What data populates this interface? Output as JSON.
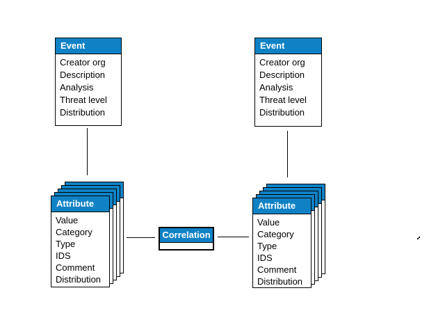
{
  "colors": {
    "header_blue": "#0f82c6",
    "border": "#000000",
    "background": "#ffffff",
    "header_text": "#ffffff",
    "field_text": "#000000"
  },
  "entities": {
    "event_left": {
      "title": "Event",
      "fields": [
        "Creator org",
        "Description",
        "Analysis",
        "Threat level",
        "Distribution"
      ]
    },
    "event_right": {
      "title": "Event",
      "fields": [
        "Creator org",
        "Description",
        "Analysis",
        "Threat level",
        "Distribution"
      ]
    },
    "attribute_left": {
      "title": "Attribute",
      "fields": [
        "Value",
        "Category",
        "Type",
        "IDS",
        "Comment",
        "Distribution"
      ],
      "stacked_copies": 5
    },
    "attribute_right": {
      "title": "Attribute",
      "fields": [
        "Value",
        "Category",
        "Type",
        "IDS",
        "Comment",
        "Distribution"
      ],
      "stacked_copies": 5
    },
    "correlation": {
      "title": "Correlation"
    }
  }
}
